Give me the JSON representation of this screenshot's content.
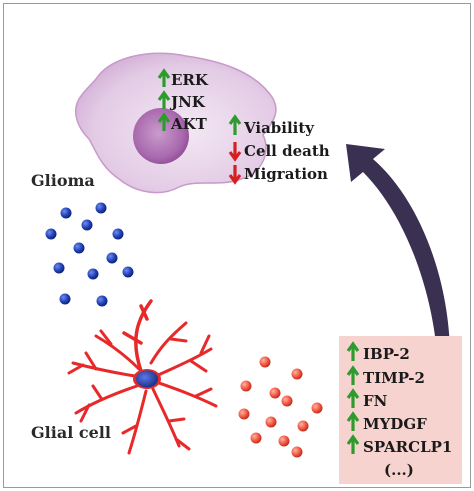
{
  "labels": {
    "glioma": "Glioma",
    "glial_cell": "Glial cell"
  },
  "glioma_markers": [
    {
      "text": "ERK",
      "direction": "up"
    },
    {
      "text": "JNK",
      "direction": "up"
    },
    {
      "text": "AKT",
      "direction": "up"
    }
  ],
  "effects": [
    {
      "text": "Viability",
      "direction": "up"
    },
    {
      "text": "Cell death",
      "direction": "down"
    },
    {
      "text": "Migration",
      "direction": "down"
    }
  ],
  "secreted_factors": [
    {
      "text": "IBP-2",
      "direction": "up"
    },
    {
      "text": "TIMP-2",
      "direction": "up"
    },
    {
      "text": "FN",
      "direction": "up"
    },
    {
      "text": "MYDGF",
      "direction": "up"
    },
    {
      "text": "SPARCLP1",
      "direction": "up"
    }
  ],
  "more_factors": "(...)",
  "colors": {
    "up_arrow": "#2e9b2e",
    "down_arrow": "#d42020",
    "glioma_cell": "#e7d3e8",
    "glioma_nucleus": "#b57ab8",
    "glial_cell": "#e8292a",
    "glial_nucleus": "#1c3fb0",
    "blue_vesicle": "#1f3fb5",
    "red_vesicle": "#f0543f",
    "factor_box": "#f7d3d0",
    "curved_arrow": "#3a3152"
  }
}
